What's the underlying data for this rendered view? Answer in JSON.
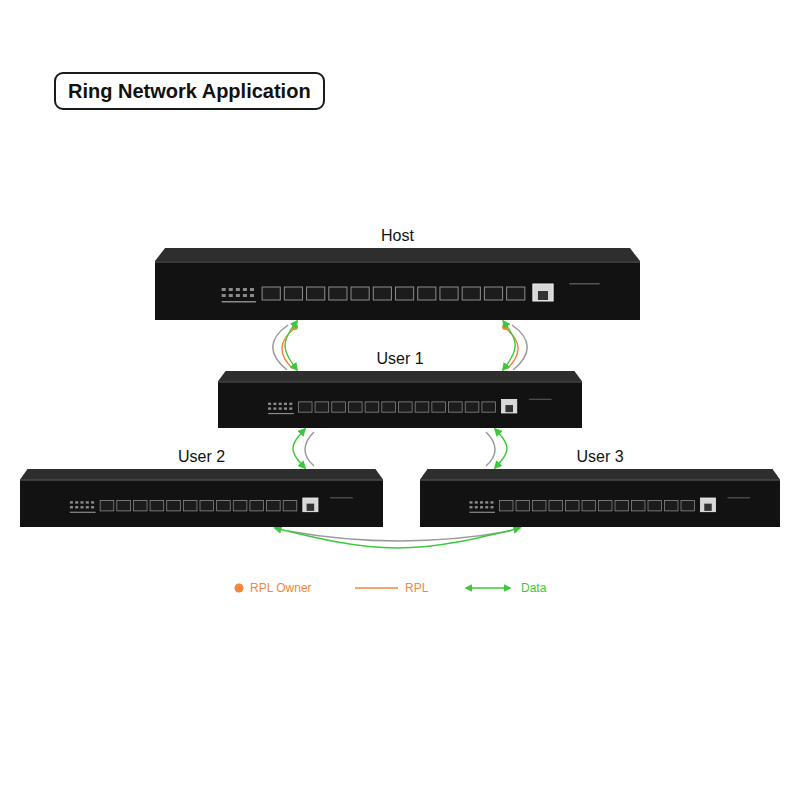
{
  "diagram": {
    "title": "Ring Network Application",
    "nodes": [
      {
        "text": [
          "Host"
        ]
      },
      {
        "text": [
          "User 1"
        ]
      },
      {
        "text": [
          "User 2"
        ]
      },
      {
        "text": [
          "User 3"
        ]
      }
    ],
    "edges": [
      {
        "from": 0,
        "to": 1,
        "arrow": "both"
      },
      {
        "from": 0,
        "to": 1,
        "arrow": "both"
      },
      {
        "from": 1,
        "to": 2,
        "arrow": "both"
      },
      {
        "from": 1,
        "to": 3,
        "arrow": "both"
      },
      {
        "from": 2,
        "to": 3,
        "arrow": "both"
      }
    ],
    "legend": [
      {
        "text": "RPL Owner",
        "color": "#f5863a"
      },
      {
        "text": "RPL"
      },
      {
        "text": "Data"
      }
    ]
  }
}
